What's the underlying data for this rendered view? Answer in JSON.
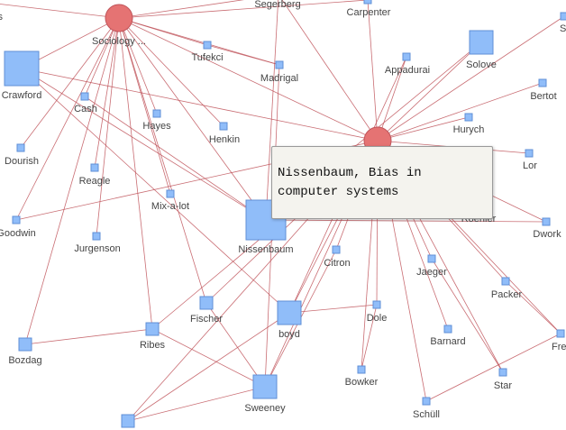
{
  "graph": {
    "colors": {
      "edge": "#c0545a",
      "hub_fill": "#e57373",
      "hub_stroke": "#c0545a",
      "node_fill": "#90bdf9",
      "node_stroke": "#5f8fd6",
      "label": "#444444"
    },
    "hubs": [
      {
        "id": "sociology",
        "label": "Sociology ..."
      },
      {
        "id": "hub2",
        "label": ""
      }
    ],
    "nodes": [
      {
        "id": "es",
        "label": "es"
      },
      {
        "id": "segerberg",
        "label": "Segerberg"
      },
      {
        "id": "carpenter",
        "label": "Carpenter"
      },
      {
        "id": "sa",
        "label": "Sa"
      },
      {
        "id": "tufekci",
        "label": "Tufekci"
      },
      {
        "id": "madrigal",
        "label": "Madrigal"
      },
      {
        "id": "appadurai",
        "label": "Appadurai"
      },
      {
        "id": "solove",
        "label": "Solove"
      },
      {
        "id": "crawford",
        "label": "Crawford"
      },
      {
        "id": "cash",
        "label": "Cash"
      },
      {
        "id": "bertot",
        "label": "Bertot"
      },
      {
        "id": "hayes",
        "label": "Hayes"
      },
      {
        "id": "hurych",
        "label": "Hurych"
      },
      {
        "id": "henkin",
        "label": "Henkin"
      },
      {
        "id": "dourish",
        "label": "Dourish"
      },
      {
        "id": "lor",
        "label": "Lor"
      },
      {
        "id": "reagle",
        "label": "Reagle"
      },
      {
        "id": "mixalot",
        "label": "Mix-a-lot"
      },
      {
        "id": "roehler",
        "label": "Roehler"
      },
      {
        "id": "goodwin",
        "label": "Goodwin"
      },
      {
        "id": "nissenbaum",
        "label": "Nissenbaum"
      },
      {
        "id": "dwork",
        "label": "Dwork"
      },
      {
        "id": "jurgenson",
        "label": "Jurgenson"
      },
      {
        "id": "citron",
        "label": "Citron"
      },
      {
        "id": "jaeger",
        "label": "Jaeger"
      },
      {
        "id": "packer",
        "label": "Packer"
      },
      {
        "id": "fischer",
        "label": "Fischer"
      },
      {
        "id": "boyd",
        "label": "boyd"
      },
      {
        "id": "dole",
        "label": "Dole"
      },
      {
        "id": "ribes",
        "label": "Ribes"
      },
      {
        "id": "barnard",
        "label": "Barnard"
      },
      {
        "id": "fre",
        "label": "Fre"
      },
      {
        "id": "bozdag",
        "label": "Bozdag"
      },
      {
        "id": "bowker",
        "label": "Bowker"
      },
      {
        "id": "star",
        "label": "Star"
      },
      {
        "id": "sweeney",
        "label": "Sweeney"
      },
      {
        "id": "schull",
        "label": "Schüll"
      },
      {
        "id": "bottom",
        "label": ""
      }
    ],
    "edges": [
      [
        "sociology",
        "es"
      ],
      [
        "sociology",
        "crawford"
      ],
      [
        "sociology",
        "cash"
      ],
      [
        "sociology",
        "dourish"
      ],
      [
        "sociology",
        "reagle"
      ],
      [
        "sociology",
        "goodwin"
      ],
      [
        "sociology",
        "jurgenson"
      ],
      [
        "sociology",
        "hayes"
      ],
      [
        "sociology",
        "henkin"
      ],
      [
        "sociology",
        "tufekci"
      ],
      [
        "sociology",
        "madrigal"
      ],
      [
        "sociology",
        "segerberg"
      ],
      [
        "sociology",
        "mixalot"
      ],
      [
        "sociology",
        "ribes"
      ],
      [
        "sociology",
        "fischer"
      ],
      [
        "sociology",
        "nissenbaum"
      ],
      [
        "sociology",
        "hub2"
      ],
      [
        "sociology",
        "carpenter"
      ],
      [
        "sociology",
        "bozdag"
      ],
      [
        "hub2",
        "crawford"
      ],
      [
        "hub2",
        "carpenter"
      ],
      [
        "hub2",
        "segerberg"
      ],
      [
        "hub2",
        "appadurai"
      ],
      [
        "hub2",
        "solove"
      ],
      [
        "hub2",
        "sa"
      ],
      [
        "hub2",
        "bertot"
      ],
      [
        "hub2",
        "hurych"
      ],
      [
        "hub2",
        "lor"
      ],
      [
        "hub2",
        "roehler"
      ],
      [
        "hub2",
        "dwork"
      ],
      [
        "hub2",
        "citron"
      ],
      [
        "hub2",
        "jaeger"
      ],
      [
        "hub2",
        "packer"
      ],
      [
        "hub2",
        "dole"
      ],
      [
        "hub2",
        "barnard"
      ],
      [
        "hub2",
        "bowker"
      ],
      [
        "hub2",
        "star"
      ],
      [
        "hub2",
        "schull"
      ],
      [
        "hub2",
        "fre"
      ],
      [
        "hub2",
        "boyd"
      ],
      [
        "hub2",
        "sweeney"
      ],
      [
        "hub2",
        "nissenbaum"
      ],
      [
        "hub2",
        "ribes"
      ],
      [
        "hub2",
        "bottom"
      ],
      [
        "hub2",
        "goodwin"
      ],
      [
        "hub2",
        "fischer"
      ],
      [
        "crawford",
        "nissenbaum"
      ],
      [
        "tufekci",
        "madrigal"
      ],
      [
        "cash",
        "nissenbaum"
      ],
      [
        "boyd",
        "dole"
      ],
      [
        "nissenbaum",
        "dwork"
      ],
      [
        "solove",
        "nissenbaum"
      ],
      [
        "fischer",
        "sweeney"
      ],
      [
        "sweeney",
        "bottom"
      ],
      [
        "boyd",
        "bottom"
      ],
      [
        "ribes",
        "sweeney"
      ],
      [
        "jaeger",
        "star"
      ],
      [
        "packer",
        "fre"
      ],
      [
        "bozdag",
        "ribes"
      ],
      [
        "citron",
        "sweeney"
      ],
      [
        "schull",
        "fre"
      ],
      [
        "dole",
        "bowker"
      ],
      [
        "madrigal",
        "sweeney"
      ],
      [
        "segerberg",
        "nissenbaum"
      ],
      [
        "appadurai",
        "boyd"
      ],
      [
        "crawford",
        "boyd"
      ]
    ]
  },
  "tooltip": {
    "text": "Nissenbaum, Bias in computer systems"
  }
}
